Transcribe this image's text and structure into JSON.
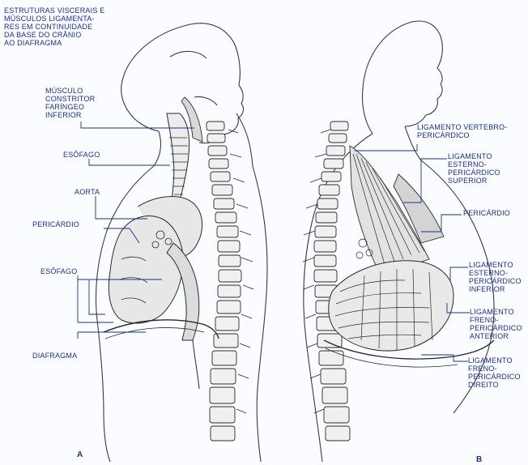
{
  "title": [
    "ESTRUTURAS VISCERAIS E",
    "MÚSCULOS LIGAMENTA-",
    "RES EM CONTINUIDADE",
    "DA BASE DO CRÂNIO",
    "AO DIAFRAGMA"
  ],
  "left_labels": {
    "constritor": [
      "MÚSCULO",
      "CONSTRITOR",
      "FARÍNGEO",
      "INFERIOR"
    ],
    "esofago_top": [
      "ESÔFAGO"
    ],
    "aorta": [
      "AORTA"
    ],
    "pericardio": [
      "PERICÁRDIO"
    ],
    "esofago_mid": [
      "ESÔFAGO"
    ],
    "diafragma": [
      "DIAFRAGMA"
    ]
  },
  "right_labels": {
    "vertebro": [
      "LIGAMENTO VERTEBRO-",
      "PERICÁRDICO"
    ],
    "esterno_sup": [
      "LIGAMENTO",
      "ESTERNO-",
      "PERICÁRDICO",
      "SUPERIOR"
    ],
    "pericardio": [
      "PERICÁRDIO"
    ],
    "esterno_inf": [
      "LIGAMENTO",
      "ESTERNO-",
      "PERICÁRDICO",
      "INFERIOR"
    ],
    "freno_ant": [
      "LIGAMENTO",
      "FRENO-",
      "PERICÁRDICO",
      "ANTERIOR"
    ],
    "freno_dir": [
      "LIGAMENTO",
      "FRENO-",
      "PERICÁRDICO",
      "DIREITO"
    ]
  },
  "panels": {
    "left": "A",
    "right": "B"
  },
  "colors": {
    "label_blue": "#1b2f8c",
    "ink": "#2a2a2a",
    "paper": "#fbfcff"
  }
}
